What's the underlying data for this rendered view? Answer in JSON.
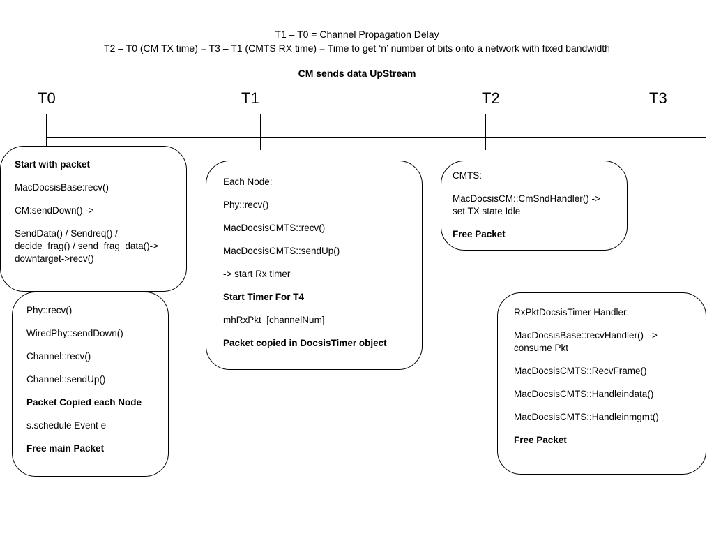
{
  "header": {
    "line1": "T1 – T0 = Channel Propagation Delay",
    "line2": "T2 – T0 (CM TX time) = T3 – T1 (CMTS RX time) = Time to get ‘n’ number of bits onto a network with fixed bandwidth"
  },
  "title": "CM sends data UpStream",
  "timeline": {
    "t0": "T0",
    "t1": "T1",
    "t2": "T2",
    "t3": "T3"
  },
  "boxes": {
    "start": [
      {
        "text": "Start with packet",
        "bold": true
      },
      {
        "text": "MacDocsisBase:recv()",
        "bold": false
      },
      {
        "text": "CM:sendDown() ->",
        "bold": false
      },
      {
        "text": "SendData() / Sendreq() /\ndecide_frag() / send_frag_data()->\ndowntarget->recv()",
        "bold": false
      }
    ],
    "phy": [
      {
        "text": "Phy::recv()",
        "bold": false
      },
      {
        "text": "WiredPhy::sendDown()",
        "bold": false
      },
      {
        "text": "Channel::recv()",
        "bold": false
      },
      {
        "text": "Channel::sendUp()",
        "bold": false
      },
      {
        "text": "Packet Copied each Node",
        "bold": true
      },
      {
        "text": "s.schedule Event e",
        "bold": false
      },
      {
        "text": "Free main Packet",
        "bold": true
      }
    ],
    "node": [
      {
        "text": "Each Node:",
        "bold": false
      },
      {
        "text": "Phy::recv()",
        "bold": false
      },
      {
        "text": "MacDocsisCMTS::recv()",
        "bold": false
      },
      {
        "text": "MacDocsisCMTS::sendUp()",
        "bold": false
      },
      {
        "text": "-> start Rx timer",
        "bold": false
      },
      {
        "text": "Start Timer For T4",
        "bold": true
      },
      {
        "text": "mhRxPkt_[channelNum]",
        "bold": false
      },
      {
        "text": "Packet copied in DocsisTimer object",
        "bold": true
      }
    ],
    "cmts": [
      {
        "text": "CMTS:",
        "bold": false
      },
      {
        "text": "MacDocsisCM::CmSndHandler() ->\nset TX state Idle",
        "bold": false
      },
      {
        "text": "Free Packet",
        "bold": true
      }
    ],
    "timer": [
      {
        "text": "RxPktDocsisTimer Handler:",
        "bold": false
      },
      {
        "text": "MacDocsisBase::recvHandler()  ->\nconsume Pkt",
        "bold": false
      },
      {
        "text": "MacDocsisCMTS::RecvFrame()",
        "bold": false
      },
      {
        "text": "MacDocsisCMTS::Handleindata()",
        "bold": false
      },
      {
        "text": "MacDocsisCMTS::Handleinmgmt()",
        "bold": false
      },
      {
        "text": "Free Packet",
        "bold": true
      }
    ]
  }
}
